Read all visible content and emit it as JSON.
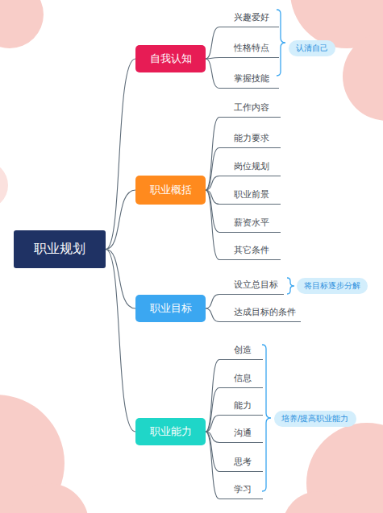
{
  "diagram": {
    "nodes": [
      {
        "text": [
          "职业规划"
        ]
      },
      {
        "text": [
          "自我认知"
        ]
      },
      {
        "text": [
          "兴趣爱好"
        ]
      },
      {
        "text": [
          "性格特点"
        ]
      },
      {
        "text": [
          "掌握技能"
        ]
      },
      {
        "text": [
          "认清自己"
        ]
      },
      {
        "text": [
          "职业概括"
        ]
      },
      {
        "text": [
          "工作内容"
        ]
      },
      {
        "text": [
          "能力要求"
        ]
      },
      {
        "text": [
          "岗位规划"
        ]
      },
      {
        "text": [
          "职业前景"
        ]
      },
      {
        "text": [
          "薪资水平"
        ]
      },
      {
        "text": [
          "其它条件"
        ]
      },
      {
        "text": [
          "职业目标"
        ]
      },
      {
        "text": [
          "设立总目标"
        ]
      },
      {
        "text": [
          "将目标逐步分解"
        ]
      },
      {
        "text": [
          "达成目标的条件"
        ]
      },
      {
        "text": [
          "职业能力"
        ]
      },
      {
        "text": [
          "创造"
        ]
      },
      {
        "text": [
          "信息"
        ]
      },
      {
        "text": [
          "能力"
        ]
      },
      {
        "text": [
          "沟通"
        ]
      },
      {
        "text": [
          "思考"
        ]
      },
      {
        "text": [
          "学习"
        ]
      },
      {
        "text": [
          "培养/提高职业能力"
        ]
      }
    ],
    "edges": [
      {
        "from": 0,
        "to": 1,
        "arrow": "none"
      },
      {
        "from": 0,
        "to": 6,
        "arrow": "none"
      },
      {
        "from": 0,
        "to": 13,
        "arrow": "none"
      },
      {
        "from": 0,
        "to": 17,
        "arrow": "none"
      },
      {
        "from": 1,
        "to": 2,
        "arrow": "none"
      },
      {
        "from": 1,
        "to": 3,
        "arrow": "none"
      },
      {
        "from": 1,
        "to": 4,
        "arrow": "none"
      },
      {
        "from": 6,
        "to": 7,
        "arrow": "none"
      },
      {
        "from": 6,
        "to": 8,
        "arrow": "none"
      },
      {
        "from": 6,
        "to": 9,
        "arrow": "none"
      },
      {
        "from": 6,
        "to": 10,
        "arrow": "none"
      },
      {
        "from": 6,
        "to": 11,
        "arrow": "none"
      },
      {
        "from": 6,
        "to": 12,
        "arrow": "none"
      },
      {
        "from": 13,
        "to": 14,
        "arrow": "none"
      },
      {
        "from": 13,
        "to": 16,
        "arrow": "none"
      },
      {
        "from": 17,
        "to": 18,
        "arrow": "none"
      },
      {
        "from": 17,
        "to": 19,
        "arrow": "none"
      },
      {
        "from": 17,
        "to": 20,
        "arrow": "none"
      },
      {
        "from": 17,
        "to": 21,
        "arrow": "none"
      },
      {
        "from": 17,
        "to": 22,
        "arrow": "none"
      },
      {
        "from": 17,
        "to": 23,
        "arrow": "none"
      }
    ]
  }
}
